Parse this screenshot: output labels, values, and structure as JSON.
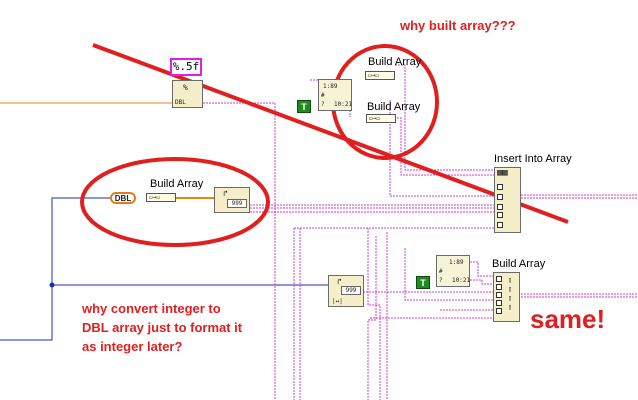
{
  "labels": {
    "build_array_1": "Build Array",
    "build_array_2": "Build Array",
    "build_array_3": "Build Array",
    "build_array_4": "Build Array",
    "insert_into_array": "Insert Into Array"
  },
  "constants": {
    "format_string": "%.5f",
    "boolean_true": "T",
    "dbl_type": "DBL"
  },
  "glyphs": {
    "num_999": "999",
    "num_999b": "999",
    "pct": "%",
    "dbl_small": "DBL",
    "t1": "1:89",
    "t2": "10:21",
    "t3": "1:89",
    "t4": "10:21",
    "hash": "#",
    "q": "?"
  },
  "annotations": {
    "why_built": "why built array???",
    "why_convert_1": "why convert integer to",
    "why_convert_2": "DBL array just to format it",
    "why_convert_3": "as integer later?",
    "same": "same!"
  },
  "colors": {
    "wire_pink": "#d23ed2",
    "wire_orange": "#e3870f",
    "wire_blue": "#1a2fa8",
    "annotation_red": "#e02020",
    "node_fill": "#f4efc8"
  },
  "icons": [
    "format-into-string-icon",
    "build-array-icon",
    "insert-into-array-icon",
    "number-to-string-icon",
    "time-stamp-icon",
    "boolean-constant-icon"
  ]
}
